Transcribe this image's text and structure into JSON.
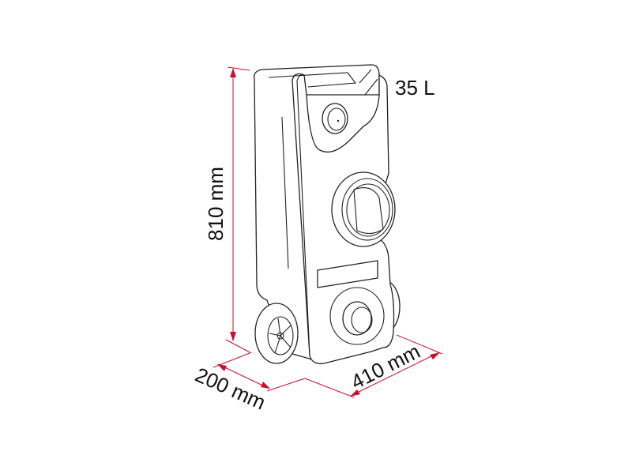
{
  "capacity_label": "35 L",
  "dimensions": {
    "height": "810 mm",
    "depth": "200 mm",
    "width": "410 mm"
  },
  "colors": {
    "dimension_line": "#c8102e",
    "outline": "#222222"
  }
}
